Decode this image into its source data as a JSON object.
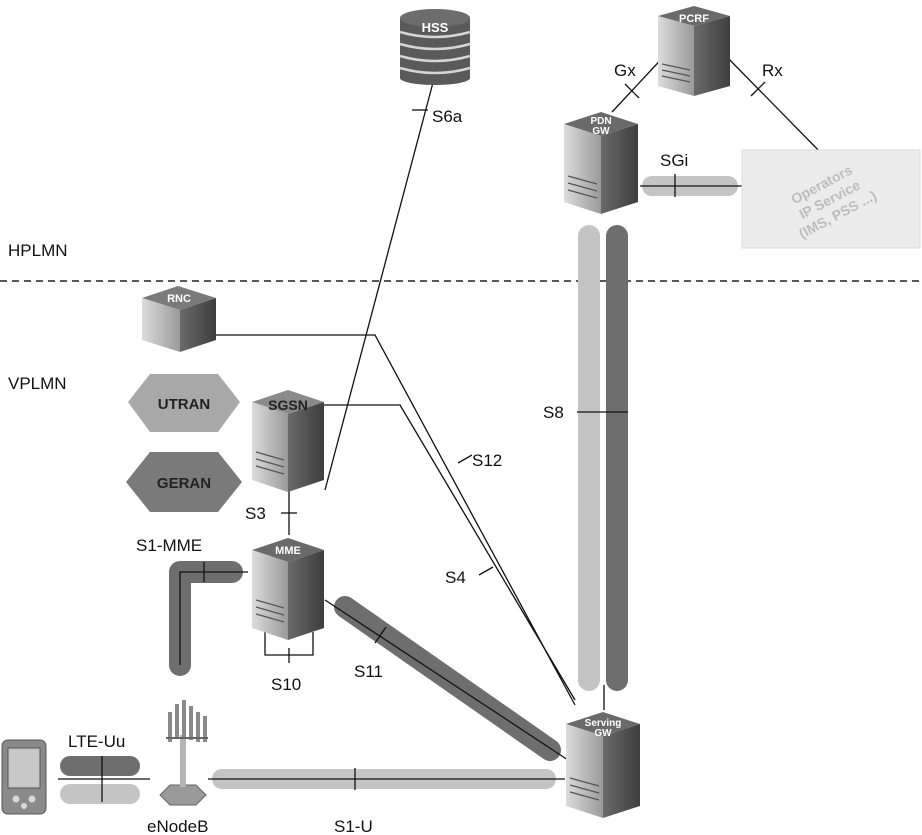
{
  "regions": {
    "home": "HPLMN",
    "visited": "VPLMN"
  },
  "nodes": {
    "hss": "HSS",
    "pcrf": "PCRF",
    "pdn_gw": [
      "PDN",
      "GW"
    ],
    "operator_services": [
      "Operators",
      "IP Service",
      "(IMS, PSS ...)"
    ],
    "rnc": "RNC",
    "utran": "UTRAN",
    "geran": "GERAN",
    "sgsn": "SGSN",
    "mme": "MME",
    "serving_gw": [
      "Serving",
      "GW"
    ],
    "enodeb": "eNodeB"
  },
  "interfaces": {
    "s6a": "S6a",
    "gx": "Gx",
    "rx": "Rx",
    "sgi": "SGi",
    "s8": "S8",
    "s12": "S12",
    "s4": "S4",
    "s3": "S3",
    "s1_mme": "S1-MME",
    "s10": "S10",
    "s11": "S11",
    "lte_uu": "LTE-Uu",
    "s1_u": "S1-U"
  }
}
